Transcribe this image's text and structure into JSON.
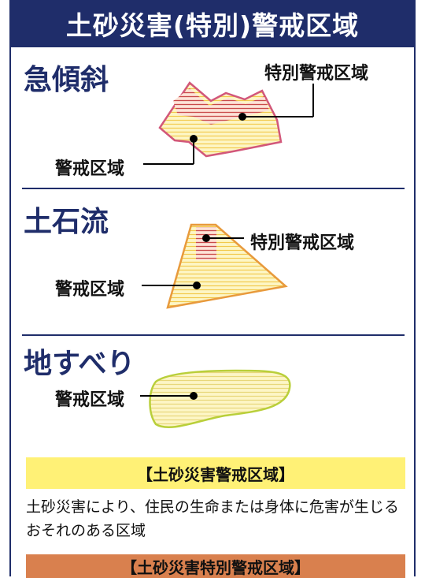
{
  "title": "土砂災害(特別)警戒区域",
  "sections": {
    "steep_slope": {
      "title": "急傾斜",
      "special_label": "特別警戒区域",
      "warning_label": "警戒区域"
    },
    "debris_flow": {
      "title": "土石流",
      "special_label": "特別警戒区域",
      "warning_label": "警戒区域"
    },
    "landslide": {
      "title": "地すべり",
      "warning_label": "警戒区域"
    }
  },
  "legend": {
    "warning_heading": "【土砂災害警戒区域】",
    "warning_description": "土砂災害により、住民の生命または身体に危害が生じるおそれのある区域",
    "special_heading": "【土砂災害特別警戒区域】"
  },
  "colors": {
    "navy": "#1f2d6a",
    "zone_fill": "#fdf6c6",
    "hatch_yellow": "#f2c94c",
    "hatch_red": "#c94a4a",
    "slope_outline": "#d2577a",
    "debris_outline": "#e89a3c",
    "landslide_outline": "#b9cf3a",
    "warning_bar": "#fff176",
    "special_bar": "#d9804e"
  }
}
